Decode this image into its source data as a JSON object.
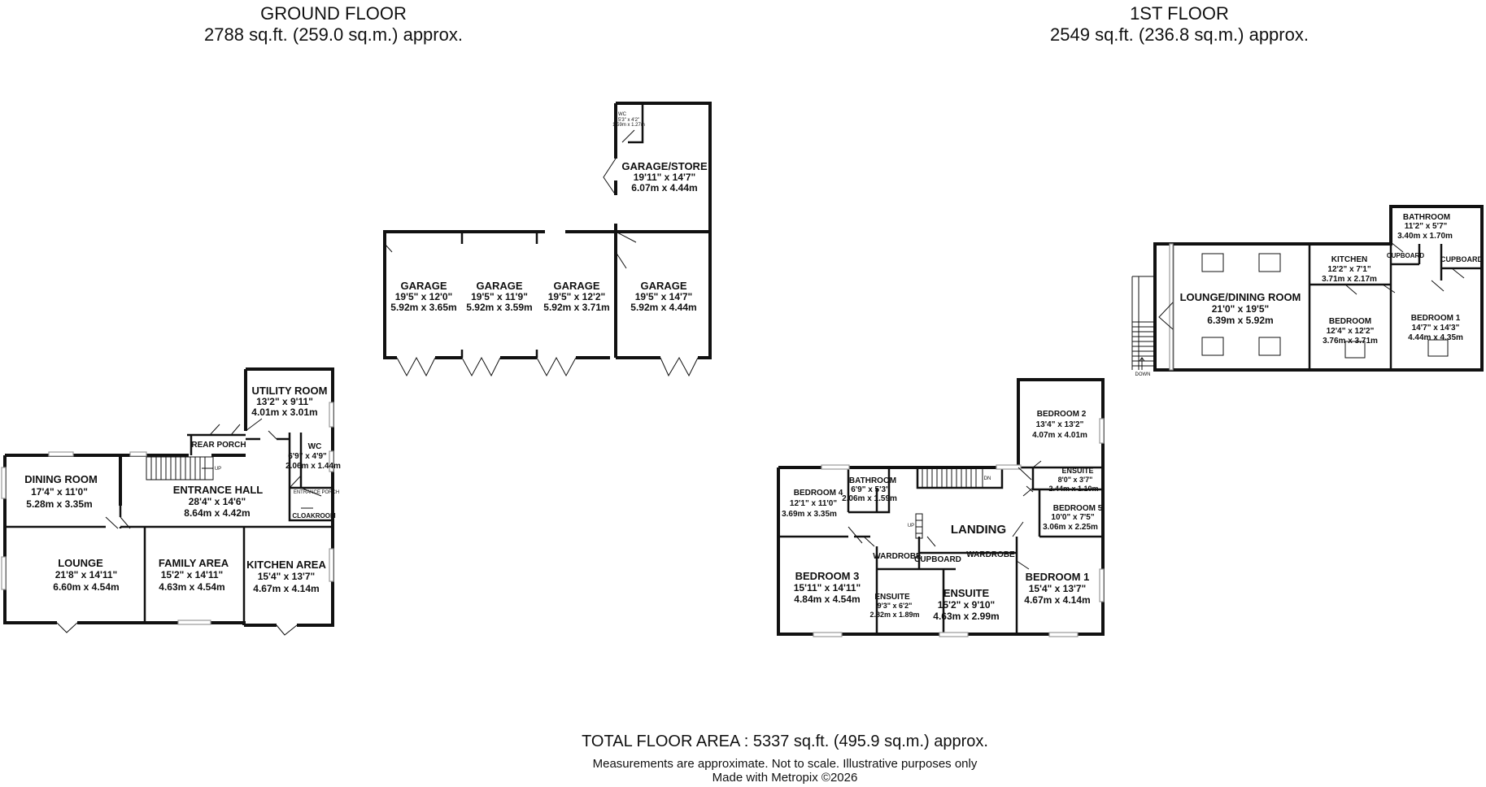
{
  "ground_floor": {
    "title": "GROUND FLOOR",
    "area": "2788 sq.ft. (259.0 sq.m.) approx.",
    "rooms": {
      "wc_garage": {
        "name": "WC",
        "imperial": "5'3\" x 4'2\"",
        "metric": "1.59m x 1.27m"
      },
      "garage_store": {
        "name": "GARAGE/STORE",
        "imperial": "19'11\" x 14'7\"",
        "metric": "6.07m x 4.44m"
      },
      "garage_1": {
        "name": "GARAGE",
        "imperial": "19'5\" x 12'0\"",
        "metric": "5.92m x 3.65m"
      },
      "garage_2": {
        "name": "GARAGE",
        "imperial": "19'5\" x 11'9\"",
        "metric": "5.92m x 3.59m"
      },
      "garage_3": {
        "name": "GARAGE",
        "imperial": "19'5\" x 12'2\"",
        "metric": "5.92m x 3.71m"
      },
      "garage_4": {
        "name": "GARAGE",
        "imperial": "19'5\" x 14'7\"",
        "metric": "5.92m x 4.44m"
      },
      "utility": {
        "name": "UTILITY ROOM",
        "imperial": "13'2\" x 9'11\"",
        "metric": "4.01m x 3.01m"
      },
      "rear_porch": {
        "name": "REAR PORCH"
      },
      "wc": {
        "name": "WC",
        "imperial": "6'9\" x 4'9\"",
        "metric": "2.06m x 1.44m"
      },
      "dining": {
        "name": "DINING ROOM",
        "imperial": "17'4\" x 11'0\"",
        "metric": "5.28m x 3.35m"
      },
      "entrance_hall": {
        "name": "ENTRANCE HALL",
        "imperial": "28'4\" x 14'6\"",
        "metric": "8.64m x 4.42m"
      },
      "entrance_porch": {
        "name": "ENTRANCE PORCH"
      },
      "cloakroom": {
        "name": "CLOAKROOM"
      },
      "lounge": {
        "name": "LOUNGE",
        "imperial": "21'8\" x 14'11\"",
        "metric": "6.60m x 4.54m"
      },
      "family": {
        "name": "FAMILY AREA",
        "imperial": "15'2\" x 14'11\"",
        "metric": "4.63m x 4.54m"
      },
      "kitchen": {
        "name": "KITCHEN AREA",
        "imperial": "15'4\" x 13'7\"",
        "metric": "4.67m x 4.14m"
      }
    }
  },
  "first_floor": {
    "title": "1ST FLOOR",
    "area": "2549 sq.ft. (236.8 sq.m.) approx.",
    "rooms": {
      "bathroom_annex": {
        "name": "BATHROOM",
        "imperial": "11'2\" x 5'7\"",
        "metric": "3.40m x 1.70m"
      },
      "kitchen_annex": {
        "name": "KITCHEN",
        "imperial": "12'2\" x 7'1\"",
        "metric": "3.71m x 2.17m"
      },
      "cupboard_annex_a": {
        "name": "CUPBOARD"
      },
      "cupboard_annex_b": {
        "name": "CUPBOARD"
      },
      "lounge_dining": {
        "name": "LOUNGE/DINING ROOM",
        "imperial": "21'0\" x 19'5\"",
        "metric": "6.39m x 5.92m"
      },
      "bedroom_annex": {
        "name": "BEDROOM",
        "imperial": "12'4\" x 12'2\"",
        "metric": "3.76m x 3.71m"
      },
      "bedroom_1_annex": {
        "name": "BEDROOM 1",
        "imperial": "14'7\" x 14'3\"",
        "metric": "4.44m x 4.35m"
      },
      "bedroom_2": {
        "name": "BEDROOM 2",
        "imperial": "13'4\" x 13'2\"",
        "metric": "4.07m x 4.01m"
      },
      "ensuite_small": {
        "name": "ENSUITE",
        "imperial": "8'0\" x 3'7\"",
        "metric": "2.44m x 1.10m"
      },
      "bedroom_4": {
        "name": "BEDROOM 4",
        "imperial": "12'1\" x 11'0\"",
        "metric": "3.69m x 3.35m"
      },
      "bathroom": {
        "name": "BATHROOM",
        "imperial": "6'9\" x 5'3\"",
        "metric": "2.06m x 1.59m"
      },
      "bedroom_5": {
        "name": "BEDROOM 5",
        "imperial": "10'0\" x 7'5\"",
        "metric": "3.06m x 2.25m"
      },
      "landing": {
        "name": "LANDING"
      },
      "wardrobe_a": {
        "name": "WARDROBE"
      },
      "wardrobe_b": {
        "name": "WARDROBE"
      },
      "cupboard": {
        "name": "CUPBOARD"
      },
      "bedroom_3": {
        "name": "BEDROOM 3",
        "imperial": "15'11\" x 14'11\"",
        "metric": "4.84m x 4.54m"
      },
      "ensuite_b3": {
        "name": "ENSUITE",
        "imperial": "9'3\" x 6'2\"",
        "metric": "2.82m x 1.89m"
      },
      "ensuite_main": {
        "name": "ENSUITE",
        "imperial": "15'2\" x 9'10\"",
        "metric": "4.63m x 2.99m"
      },
      "bedroom_1": {
        "name": "BEDROOM 1",
        "imperial": "15'4\" x 13'7\"",
        "metric": "4.67m x 4.14m"
      }
    }
  },
  "stair_labels": {
    "up": "UP",
    "dn": "DN",
    "down": "DOWN"
  },
  "totals": {
    "total_area": "TOTAL FLOOR AREA : 5337 sq.ft. (495.9 sq.m.) approx.",
    "disclaimer": "Measurements are approximate.  Not to scale.  Illustrative purposes only",
    "credit": "Made with Metropix ©2026"
  }
}
